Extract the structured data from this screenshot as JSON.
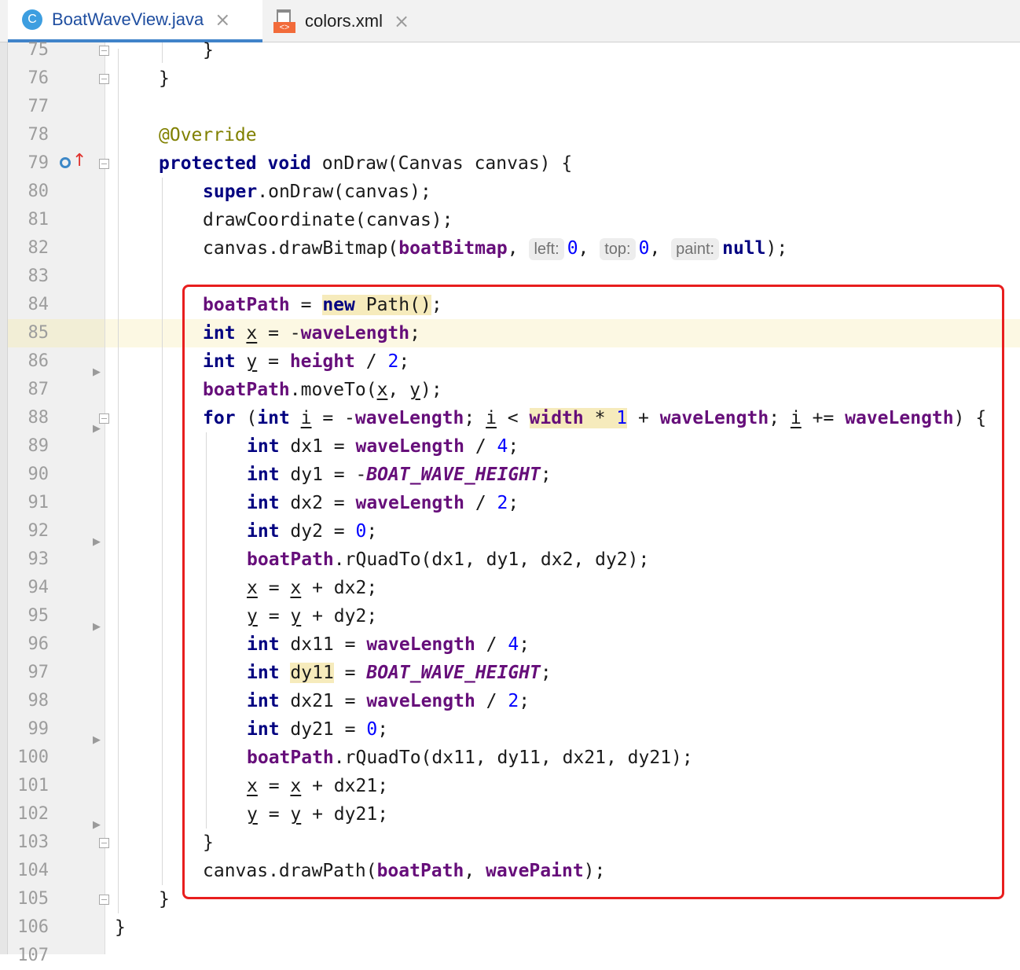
{
  "tabs": [
    {
      "label": "BoatWaveView.java",
      "icon": "class-icon",
      "icon_letter": "C",
      "active": true
    },
    {
      "label": "colors.xml",
      "icon": "xml-file-icon",
      "icon_text": "<>",
      "active": false
    }
  ],
  "editor": {
    "current_line": 85,
    "line_numbers": [
      "75",
      "76",
      "77",
      "78",
      "79",
      "80",
      "81",
      "82",
      "83",
      "84",
      "85",
      "86",
      "87",
      "88",
      "89",
      "90",
      "91",
      "92",
      "93",
      "94",
      "95",
      "96",
      "97",
      "98",
      "99",
      "100",
      "101",
      "102",
      "103",
      "104",
      "105",
      "106",
      "107"
    ],
    "hints": {
      "left": "left:",
      "top": "top:",
      "paint": "paint:"
    }
  },
  "colors": {
    "keyword": "#000080",
    "field": "#660e7a",
    "number": "#0000ff",
    "annotation": "#808000",
    "highlight_box": "#e81e1e",
    "current_line": "#fcf8e3",
    "tab_underline": "#4083c9"
  }
}
